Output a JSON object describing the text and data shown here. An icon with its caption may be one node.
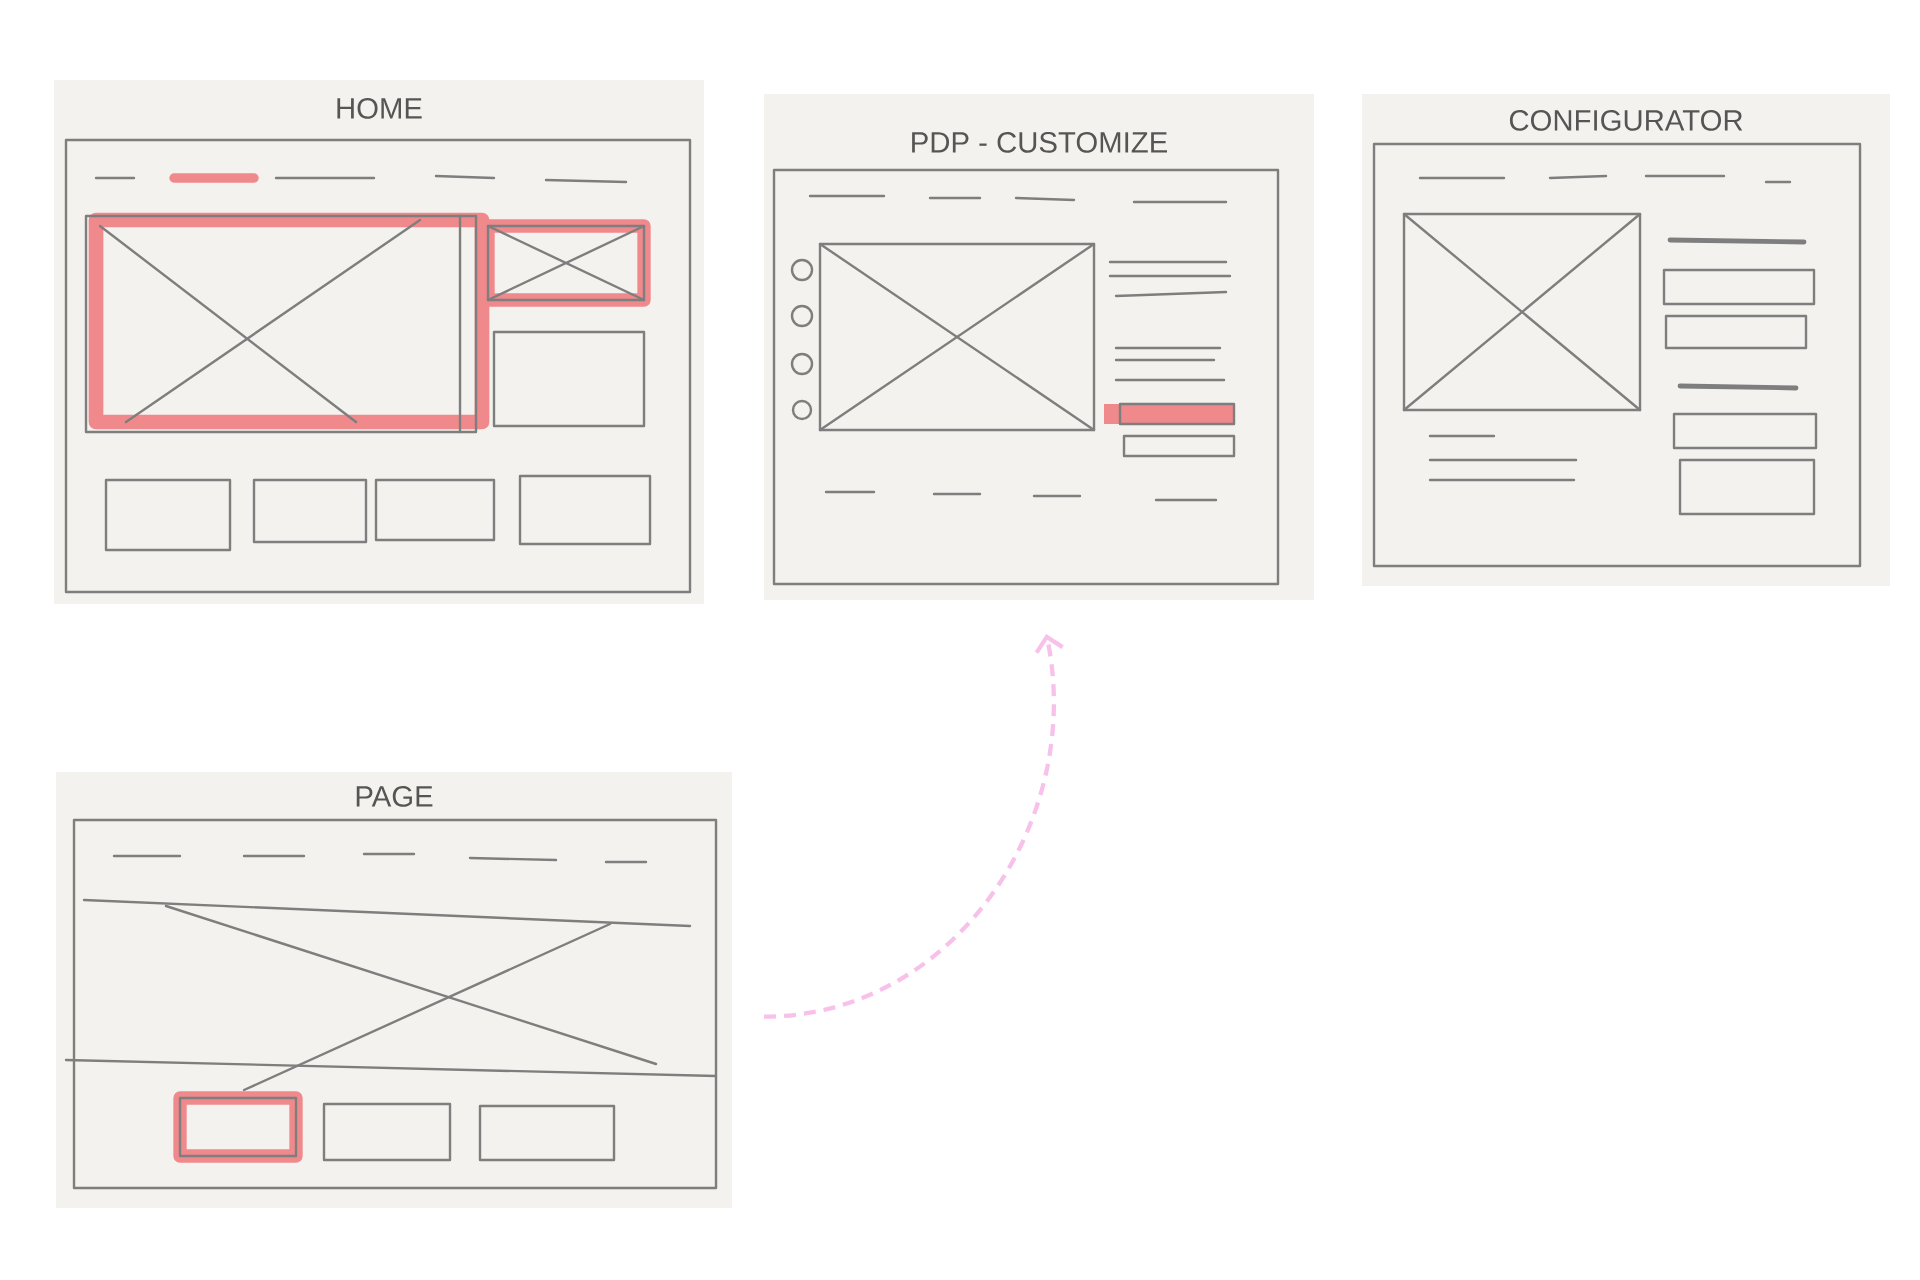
{
  "diagram": {
    "nodes": [
      {
        "text": [
          "HOME"
        ]
      },
      {
        "text": [
          "PDP - CUSTOMIZE"
        ]
      },
      {
        "text": [
          "CONFIGURATOR"
        ]
      },
      {
        "text": [
          "PAGE"
        ]
      }
    ],
    "edges": [
      {
        "from": 3,
        "to": 1,
        "arrow": "to",
        "style": "dashed",
        "color": "#f7c1ea"
      }
    ]
  }
}
